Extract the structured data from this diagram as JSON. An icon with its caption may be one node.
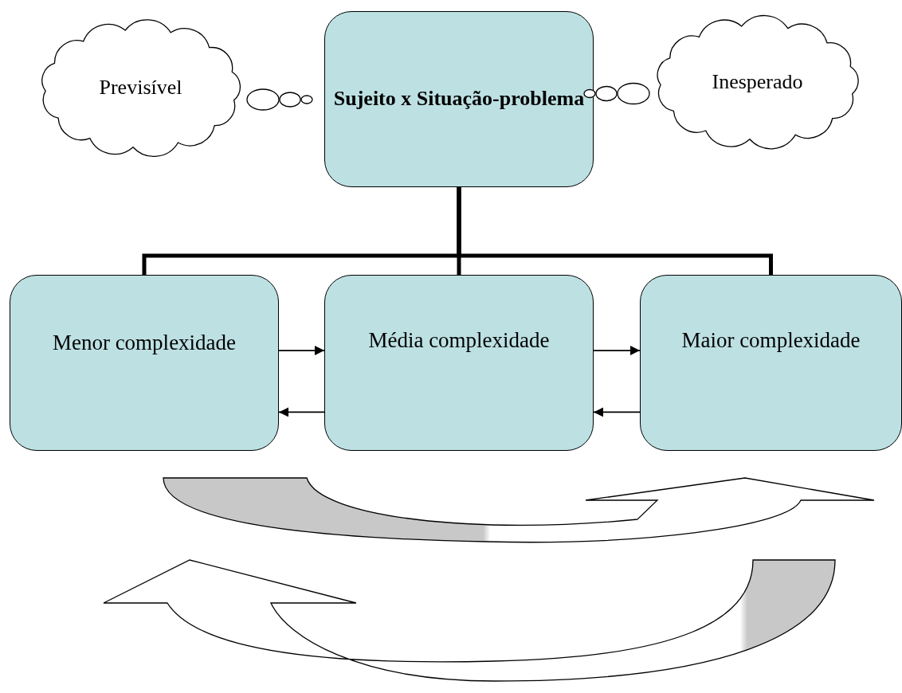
{
  "diagram": {
    "nodes": [
      {
        "text": [
          "Sujeito x Situação-problema"
        ]
      },
      {
        "text": [
          "Menor complexidade"
        ]
      },
      {
        "text": [
          "Média complexidade"
        ]
      },
      {
        "text": [
          "Maior complexidade"
        ]
      },
      {
        "text": [
          "Previsível"
        ]
      },
      {
        "text": [
          "Inesperado"
        ]
      }
    ],
    "edges": [
      {
        "from": 0,
        "to": 1,
        "arrow": "none",
        "style": "thick"
      },
      {
        "from": 0,
        "to": 2,
        "arrow": "none",
        "style": "thick"
      },
      {
        "from": 0,
        "to": 3,
        "arrow": "none",
        "style": "thick"
      },
      {
        "from": 1,
        "to": 2,
        "arrow": "to"
      },
      {
        "from": 2,
        "to": 1,
        "arrow": "to"
      },
      {
        "from": 2,
        "to": 3,
        "arrow": "to"
      },
      {
        "from": 3,
        "to": 2,
        "arrow": "to"
      }
    ]
  }
}
